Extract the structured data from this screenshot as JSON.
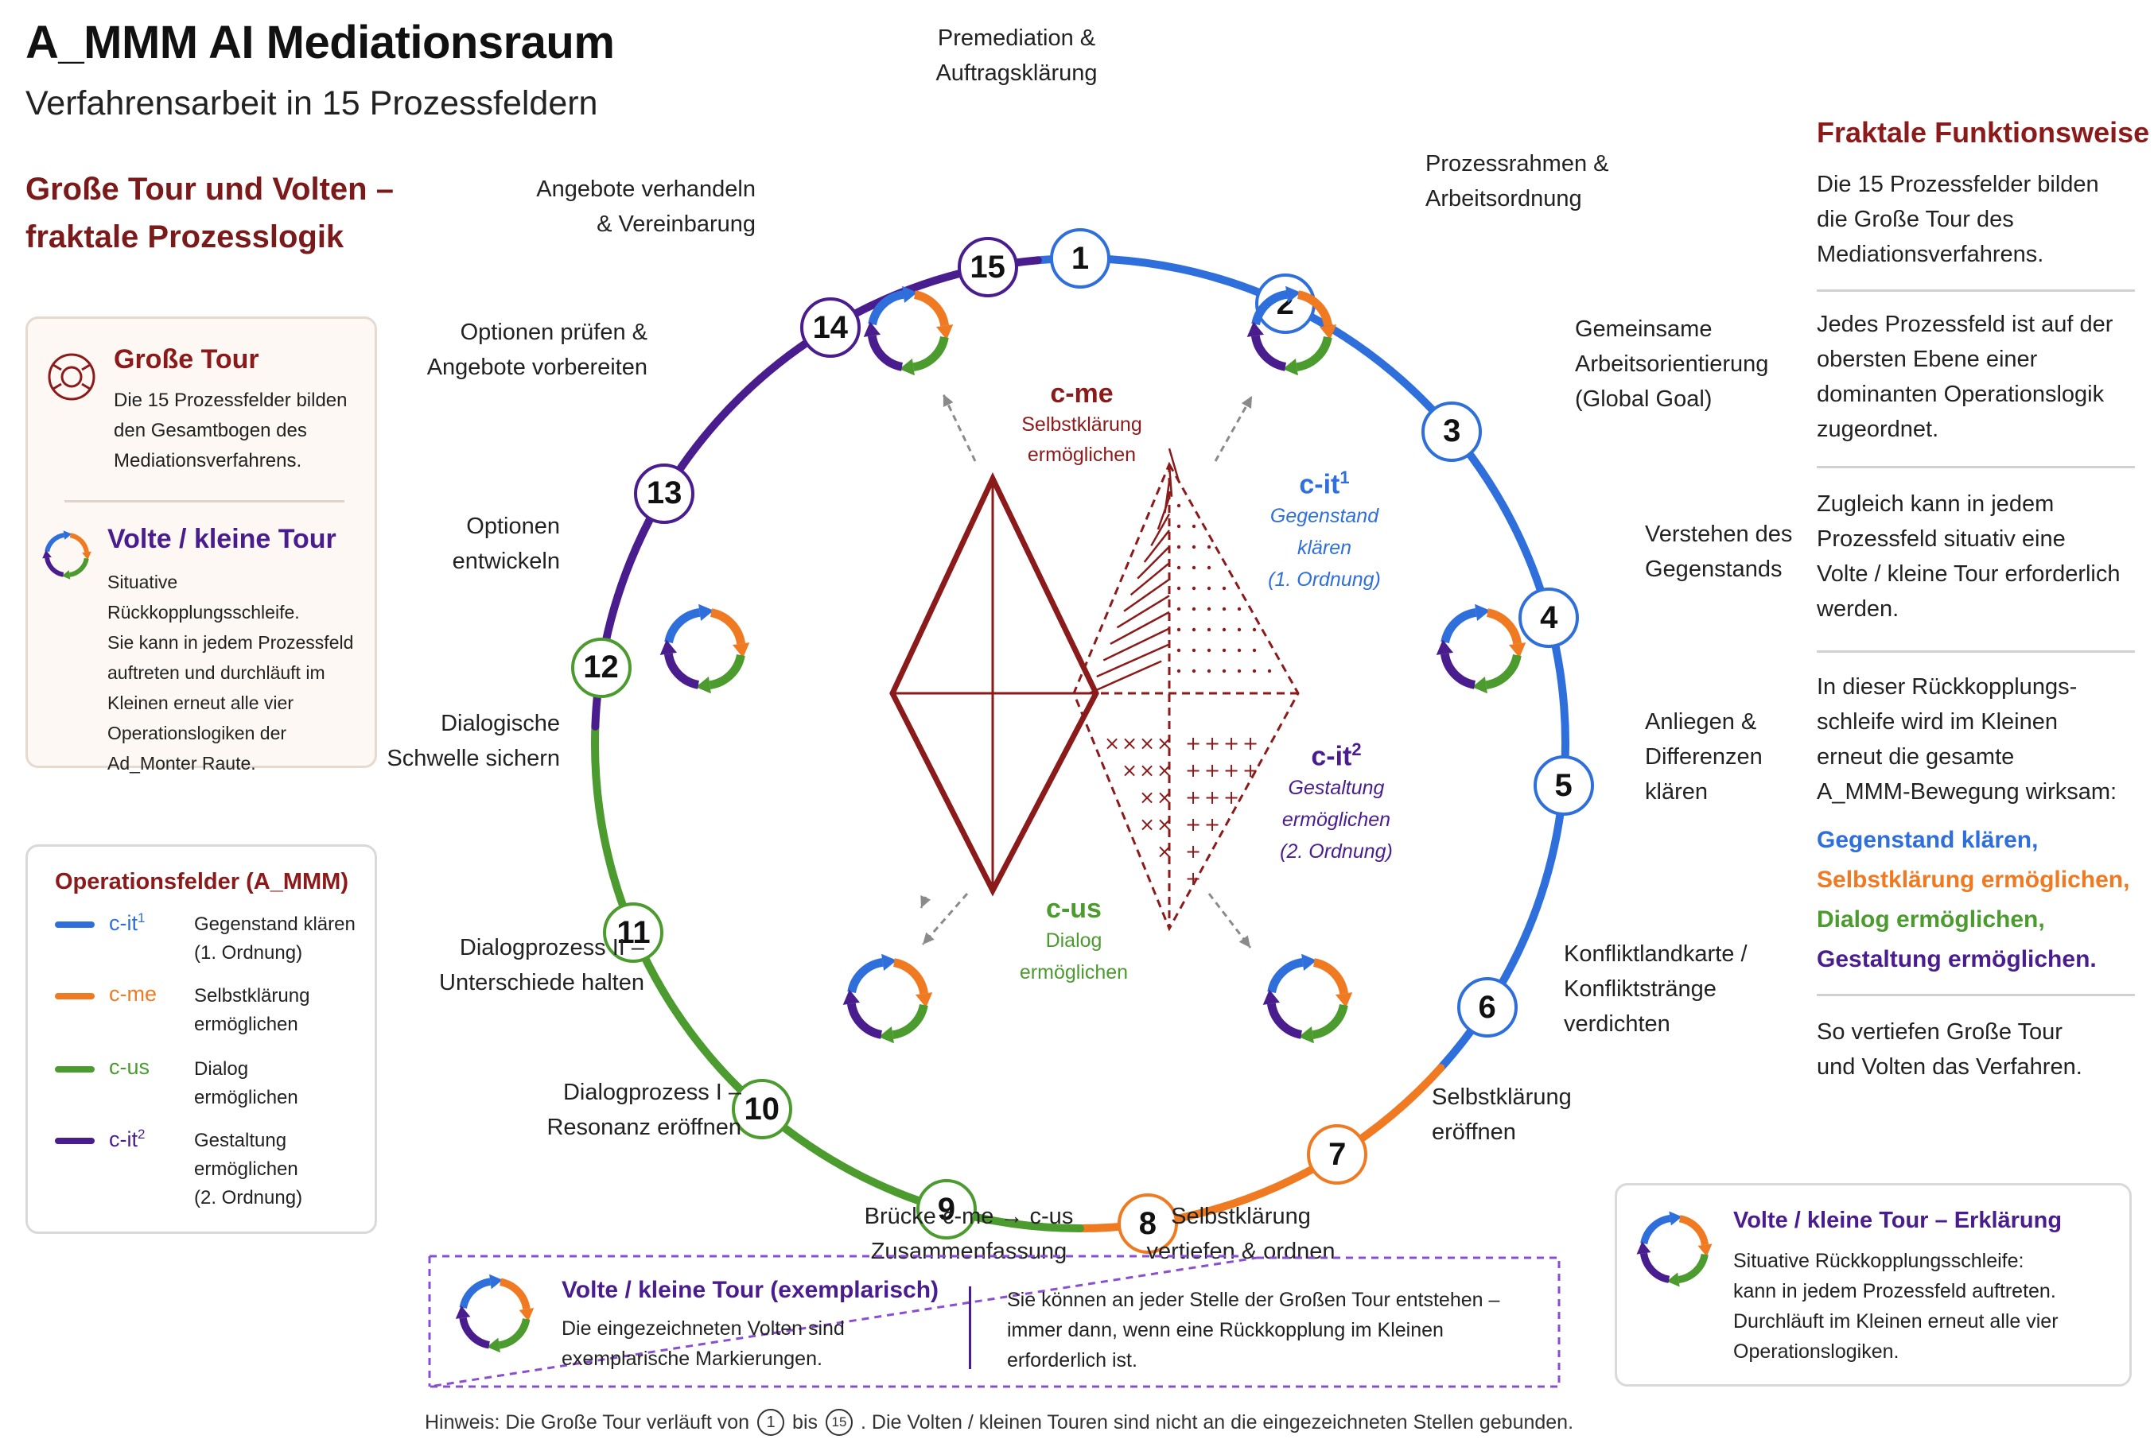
{
  "header": {
    "title": "A_MMM AI Mediationsraum",
    "subtitle": "Verfahrensarbeit in 15 Prozessfeldern"
  },
  "section_title": {
    "line1": "Große Tour und Volten –",
    "line2": "fraktale Prozesslogik"
  },
  "grosse_tour_card": {
    "heading": "Große Tour",
    "text": [
      "Die 15 Prozessfelder bilden",
      "den Gesamtbogen des",
      "Mediationsverfahrens."
    ]
  },
  "volte_card": {
    "heading": "Volte / kleine Tour",
    "text": [
      "Situative Rückkopplungsschleife.",
      "Sie kann in jedem Prozessfeld",
      "auftreten und durchläuft im",
      "Kleinen erneut alle vier",
      "Operationslogiken der",
      "Ad_Monter Raute."
    ]
  },
  "legend": {
    "title": "Operationsfelder (A_MMM)",
    "items": [
      {
        "code": "c-it",
        "sup": "1",
        "desc": [
          "Gegenstand klären",
          "(1. Ordnung)"
        ],
        "color": "#2f6fdb"
      },
      {
        "code": "c-me",
        "sup": "",
        "desc": [
          "Selbstklärung",
          "ermöglichen"
        ],
        "color": "#ef7a22"
      },
      {
        "code": "c-us",
        "sup": "",
        "desc": [
          "Dialog",
          "ermöglichen"
        ],
        "color": "#4c9b2f"
      },
      {
        "code": "c-it",
        "sup": "2",
        "desc": [
          "Gestaltung",
          "ermöglichen",
          "(2. Ordnung)"
        ],
        "color": "#4a1d8f"
      }
    ]
  },
  "fields": [
    {
      "n": "1",
      "label": [
        "Premediation &",
        "Auftragsklärung"
      ]
    },
    {
      "n": "2",
      "label": [
        "Prozessrahmen &",
        "Arbeitsordnung"
      ]
    },
    {
      "n": "3",
      "label": [
        "Gemeinsame",
        "Arbeitsorientierung",
        "(Global Goal)"
      ]
    },
    {
      "n": "4",
      "label": [
        "Verstehen des",
        "Gegenstands"
      ]
    },
    {
      "n": "5",
      "label": [
        "Anliegen &",
        "Differenzen",
        "klären"
      ]
    },
    {
      "n": "6",
      "label": [
        "Konfliktlandkarte /",
        "Konfliktstränge",
        "verdichten"
      ]
    },
    {
      "n": "7",
      "label": [
        "Selbstklärung",
        "eröffnen"
      ]
    },
    {
      "n": "8",
      "label": [
        "Selbstklärung",
        "vertiefen & ordnen"
      ]
    },
    {
      "n": "9",
      "label": [
        "Brücke c-me → c-us",
        "Zusammenfassung"
      ]
    },
    {
      "n": "10",
      "label": [
        "Dialogprozess I –",
        "Resonanz eröffnen"
      ]
    },
    {
      "n": "11",
      "label": [
        "Dialogprozess II –",
        "Unterschiede halten"
      ]
    },
    {
      "n": "12",
      "label": [
        "Dialogische",
        "Schwelle sichern"
      ]
    },
    {
      "n": "13",
      "label": [
        "Optionen",
        "entwickeln"
      ]
    },
    {
      "n": "14",
      "label": [
        "Optionen prüfen &",
        "Angebote vorbereiten"
      ]
    },
    {
      "n": "15",
      "label": [
        "Angebote verhandeln",
        "& Vereinbarung"
      ]
    }
  ],
  "center": {
    "cme": {
      "code": "c-me",
      "lines": [
        "Selbstklärung",
        "ermöglichen"
      ]
    },
    "cit1": {
      "code": "c-it",
      "sup": "1",
      "lines": [
        "Gegenstand",
        "klären",
        "(1. Ordnung)"
      ]
    },
    "cit2": {
      "code": "c-it",
      "sup": "2",
      "lines": [
        "Gestaltung",
        "ermöglichen",
        "(2. Ordnung)"
      ]
    },
    "cus": {
      "code": "c-us",
      "lines": [
        "Dialog",
        "ermöglichen"
      ]
    }
  },
  "right_panel": {
    "heading": "Fraktale Funktionsweise",
    "p1": [
      "Die 15 Prozessfelder bilden",
      "die Große Tour des",
      "Mediationsverfahrens."
    ],
    "p2": [
      "Jedes Prozessfeld ist auf der",
      "obersten Ebene einer",
      "dominanten Operationslogik",
      "zugeordnet."
    ],
    "p3": [
      "Zugleich kann in jedem",
      "Prozessfeld situativ eine",
      "Volte / kleine Tour erforderlich",
      "werden."
    ],
    "p4": [
      "In dieser Rückkopplungs-",
      "schleife wird im Kleinen",
      "erneut die gesamte",
      "A_MMM-Bewegung wirksam:"
    ],
    "colored": [
      {
        "text": "Gegenstand klären,",
        "color": "#2f6fdb"
      },
      {
        "text": "Selbstklärung ermöglichen,",
        "color": "#ef7a22"
      },
      {
        "text": "Dialog ermöglichen,",
        "color": "#4c9b2f"
      },
      {
        "text": "Gestaltung ermöglichen.",
        "color": "#4a1d8f"
      }
    ],
    "p5": [
      "So vertiefen Große Tour",
      "und Volten das Verfahren."
    ]
  },
  "volte_exemplary": {
    "heading": "Volte / kleine Tour (exemplarisch)",
    "text": [
      "Die eingezeichneten Volten sind",
      "exemplarische Markierungen."
    ],
    "right": [
      "Sie können an jeder Stelle der Großen Tour entstehen –",
      "immer dann, wenn eine Rückkopplung im Kleinen",
      "erforderlich ist."
    ]
  },
  "volte_explain": {
    "heading": "Volte / kleine Tour – Erklärung",
    "text": [
      "Situative Rückkopplungsschleife:",
      "kann in jedem Prozessfeld auftreten.",
      "Durchläuft im Kleinen erneut alle vier",
      "Operationslogiken."
    ]
  },
  "footer": {
    "pre": "Hinweis: Die Große Tour verläuft von",
    "n1": "1",
    "mid": "bis",
    "n2": "15",
    "post": ". Die Volten / kleinen Touren sind nicht an die eingezeichneten Stellen gebunden."
  },
  "colors": {
    "blue": "#2f6fdb",
    "orange": "#ef7a22",
    "green": "#4c9b2f",
    "purple": "#4a1d8f",
    "red": "#8b1a1a"
  }
}
